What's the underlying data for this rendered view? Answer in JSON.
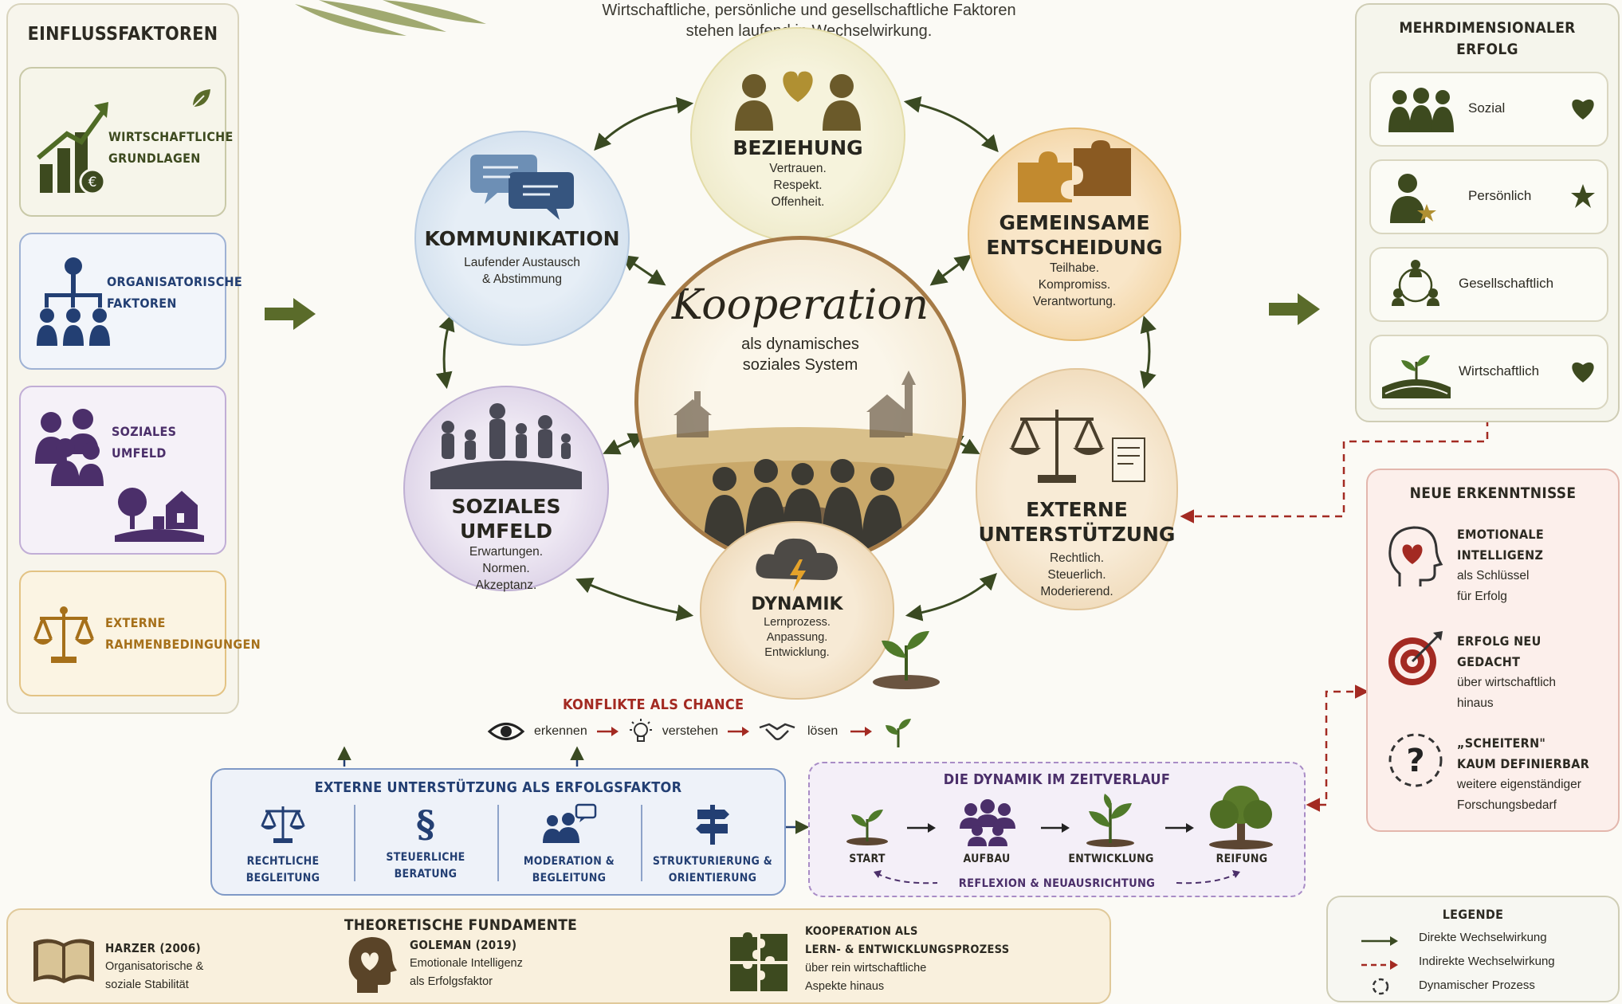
{
  "header": {
    "line1": "Wirtschaftliche, persönliche und gesellschaftliche Faktoren",
    "line2": "stehen laufend in Wechselwirkung."
  },
  "einfluss": {
    "title": "EINFLUSSFAKTOREN",
    "items": [
      {
        "label1": "WIRTSCHAFTLICHE",
        "label2": "GRUNDLAGEN",
        "color": "#3d4a1f"
      },
      {
        "label1": "ORGANISATORISCHE",
        "label2": "FAKTOREN",
        "color": "#233f73"
      },
      {
        "label1": "SOZIALES",
        "label2": "UMFELD",
        "color": "#4b2f6a"
      },
      {
        "label1": "EXTERNE",
        "label2": "RAHMENBEDINGUNGEN",
        "color": "#a6701a"
      }
    ]
  },
  "center": {
    "title": "Kooperation",
    "sub1": "als dynamisches",
    "sub2": "soziales System"
  },
  "circles": {
    "beziehung": {
      "title": "BEZIEHUNG",
      "l1": "Vertrauen.",
      "l2": "Respekt.",
      "l3": "Offenheit."
    },
    "kommunikation": {
      "title": "KOMMUNIKATION",
      "l1": "Laufender Austausch",
      "l2": "& Abstimmung"
    },
    "gemeinsame": {
      "title1": "GEMEINSAME",
      "title2": "ENTSCHEIDUNG",
      "l1": "Teilhabe.",
      "l2": "Kompromiss.",
      "l3": "Verantwortung."
    },
    "soziales": {
      "title": "SOZIALES UMFELD",
      "l1": "Erwartungen.",
      "l2": "Normen.",
      "l3": "Akzeptanz."
    },
    "externe": {
      "title1": "EXTERNE",
      "title2": "UNTERSTÜTZUNG",
      "l1": "Rechtlich.",
      "l2": "Steuerlich.",
      "l3": "Moderierend."
    },
    "dynamik": {
      "title": "DYNAMIK",
      "l1": "Lernprozess.",
      "l2": "Anpassung.",
      "l3": "Entwicklung."
    }
  },
  "erfolg": {
    "title1": "MEHRDIMENSIONALER",
    "title2": "ERFOLG",
    "items": [
      "Sozial",
      "Persönlich",
      "Gesellschaftlich",
      "Wirtschaftlich"
    ]
  },
  "erkenntnisse": {
    "title": "NEUE ERKENNTNISSE",
    "items": [
      {
        "h1": "EMOTIONALE",
        "h2": "INTELLIGENZ",
        "t1": "als Schlüssel",
        "t2": "für Erfolg"
      },
      {
        "h1": "ERFOLG NEU",
        "h2": "GEDACHT",
        "t1": "über wirtschaftlich",
        "t2": "hinaus"
      },
      {
        "h1": "„SCHEITERN\"",
        "h2": "KAUM DEFINIERBAR",
        "t1": "weitere eigenständiger",
        "t2": "Forschungsbedarf"
      }
    ]
  },
  "konflikte": {
    "title": "KONFLIKTE ALS CHANCE",
    "steps": [
      "erkennen",
      "verstehen",
      "lösen"
    ]
  },
  "externe_box": {
    "title": "EXTERNE UNTERSTÜTZUNG ALS ERFOLGSFAKTOR",
    "items": [
      {
        "l1": "RECHTLICHE",
        "l2": "BEGLEITUNG"
      },
      {
        "l1": "STEUERLICHE",
        "l2": "BERATUNG"
      },
      {
        "l1": "MODERATION &",
        "l2": "BEGLEITUNG"
      },
      {
        "l1": "STRUKTURIERUNG &",
        "l2": "ORIENTIERUNG"
      }
    ]
  },
  "zeitverlauf": {
    "title": "DIE DYNAMIK IM ZEITVERLAUF",
    "stages": [
      "START",
      "AUFBAU",
      "ENTWICKLUNG",
      "REIFUNG"
    ],
    "footer": "REFLEXION & NEUAUSRICHTUNG"
  },
  "fundamente": {
    "title": "THEORETISCHE FUNDAMENTE",
    "items": [
      {
        "h": "HARZER (2006)",
        "t1": "Organisatorische &",
        "t2": "soziale Stabilität"
      },
      {
        "h": "GOLEMAN (2019)",
        "t1": "Emotionale Intelligenz",
        "t2": "als Erfolgsfaktor"
      },
      {
        "h1": "KOOPERATION ALS",
        "h2": "LERN- & ENTWICKLUNGSPROZESS",
        "t1": "über rein wirtschaftliche",
        "t2": "Aspekte hinaus"
      }
    ]
  },
  "legende": {
    "title": "LEGENDE",
    "items": [
      "Direkte Wechselwirkung",
      "Indirekte Wechselwirkung",
      "Dynamischer Prozess"
    ]
  },
  "colors": {
    "green": "#3d4a1f",
    "navy": "#233f73",
    "purple": "#4b2f6a",
    "gold": "#a6701a",
    "red": "#a32a22"
  }
}
